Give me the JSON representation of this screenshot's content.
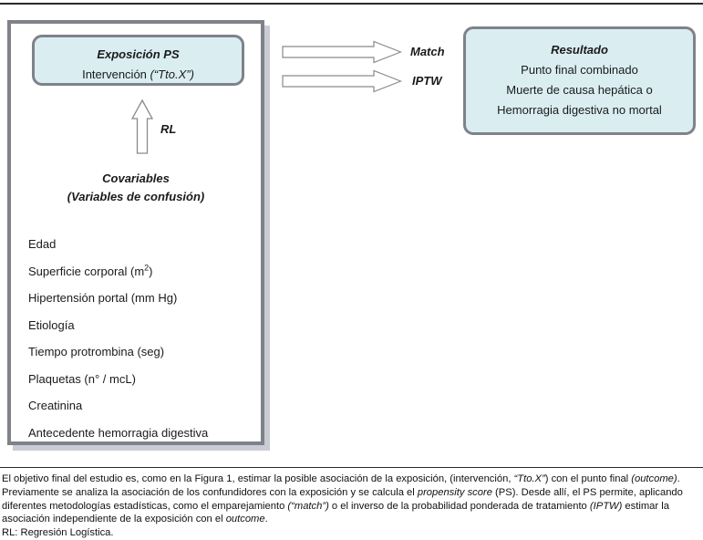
{
  "figure": {
    "exposure_box": {
      "title": "Exposición PS",
      "subtitle_plain": "Intervención ",
      "subtitle_italic": "(“Tto.X”)"
    },
    "result_box": {
      "title": "Resultado",
      "lines": [
        "Punto final combinado",
        "Muerte de causa hepática o",
        "Hemorragia digestiva no mortal"
      ]
    },
    "arrows": {
      "up_arrow_label": "RL",
      "horizontal": [
        {
          "label": "Match"
        },
        {
          "label": "IPTW"
        }
      ]
    },
    "covariates": {
      "heading_line1": "Covariables",
      "heading_line2": "(Variables de confusión)",
      "items": [
        {
          "text": "Edad",
          "sup": ""
        },
        {
          "text": "Superficie corporal (m",
          "sup": "2",
          "tail": ")"
        },
        {
          "text": "Hipertensión portal (mm Hg)",
          "sup": ""
        },
        {
          "text": "Etiología",
          "sup": ""
        },
        {
          "text": "Tiempo protrombina (seg)",
          "sup": ""
        },
        {
          "text": "Plaquetas (n° / mcL)",
          "sup": ""
        },
        {
          "text": "Creatinina",
          "sup": ""
        },
        {
          "text": "Antecedente hemorragia digestiva",
          "sup": ""
        }
      ]
    },
    "colors": {
      "box_fill": "#daeef2",
      "box_border": "#808289",
      "frame_border": "#808289",
      "frame_shadow": "#c9ccd4",
      "arrow_stroke": "#8a8a8a",
      "arrow_fill": "#ffffff",
      "text": "#1a1a1a"
    }
  },
  "caption": {
    "p1_a": "El objetivo final del estudio es, como en la Figura 1, estimar la posible asociación de la exposición, (intervención, ",
    "p1_italic1": "“Tto.X”",
    "p1_b": ") con el punto final ",
    "p1_italic2": "(outcome)",
    "p1_c": ". Previamente se analiza la asociación de los confundidores con la exposición y se calcula el ",
    "p1_italic3": "propensity score",
    "p1_d": " (PS). Desde allí, el PS permite, aplicando diferentes metodologías estadísticas, como el emparejamiento ",
    "p1_italic4": "(“match”)",
    "p1_e": " o el inverso de la probabilidad ponderada de tratamiento ",
    "p1_italic5": "(IPTW)",
    "p1_f": " estimar la asociación independiente de la exposición con el ",
    "p1_italic6": "outcome",
    "p1_g": ".",
    "p2": "RL: Regresión Logística."
  }
}
